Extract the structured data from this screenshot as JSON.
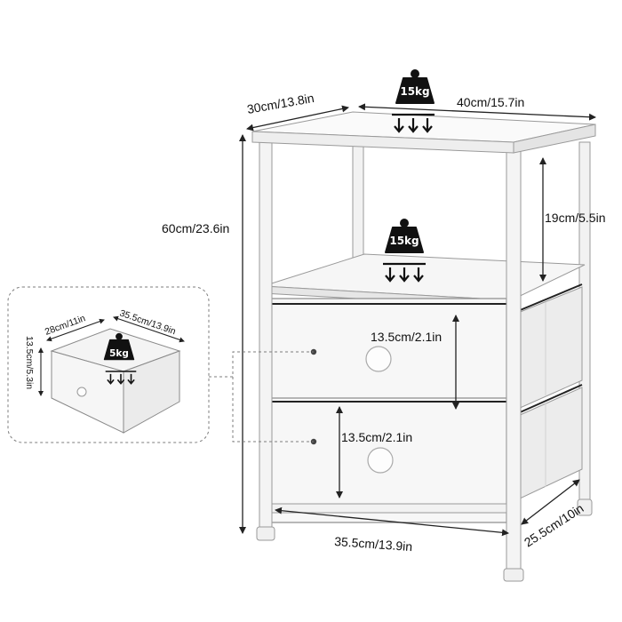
{
  "dimensions": {
    "depth": "30cm/13.8in",
    "width": "40cm/15.7in",
    "height": "60cm/23.6in",
    "shelf_gap": "19cm/5.5in",
    "drawer_top_height": "13.5cm/2.1in",
    "drawer_bottom_height": "13.5cm/2.1in",
    "base_width": "35.5cm/13.9in",
    "base_depth": "25.5cm/10in"
  },
  "weights": {
    "top": "15kg",
    "shelf": "15kg",
    "drawer": "5kg"
  },
  "drawer_inset": {
    "depth": "28cm/11in",
    "width": "35.5cm/13.9in",
    "height": "13.5cm/5.3in"
  },
  "colors": {
    "frame": "#f4f4f4",
    "panel": "#fafafa",
    "fabric": "#f2f2f2",
    "outline": "#8a8a8a",
    "dimension_line": "#222222",
    "weight_icon": "#111111"
  },
  "icons": {
    "weight": "weight-icon",
    "load_arrows": "down-arrows-icon"
  }
}
